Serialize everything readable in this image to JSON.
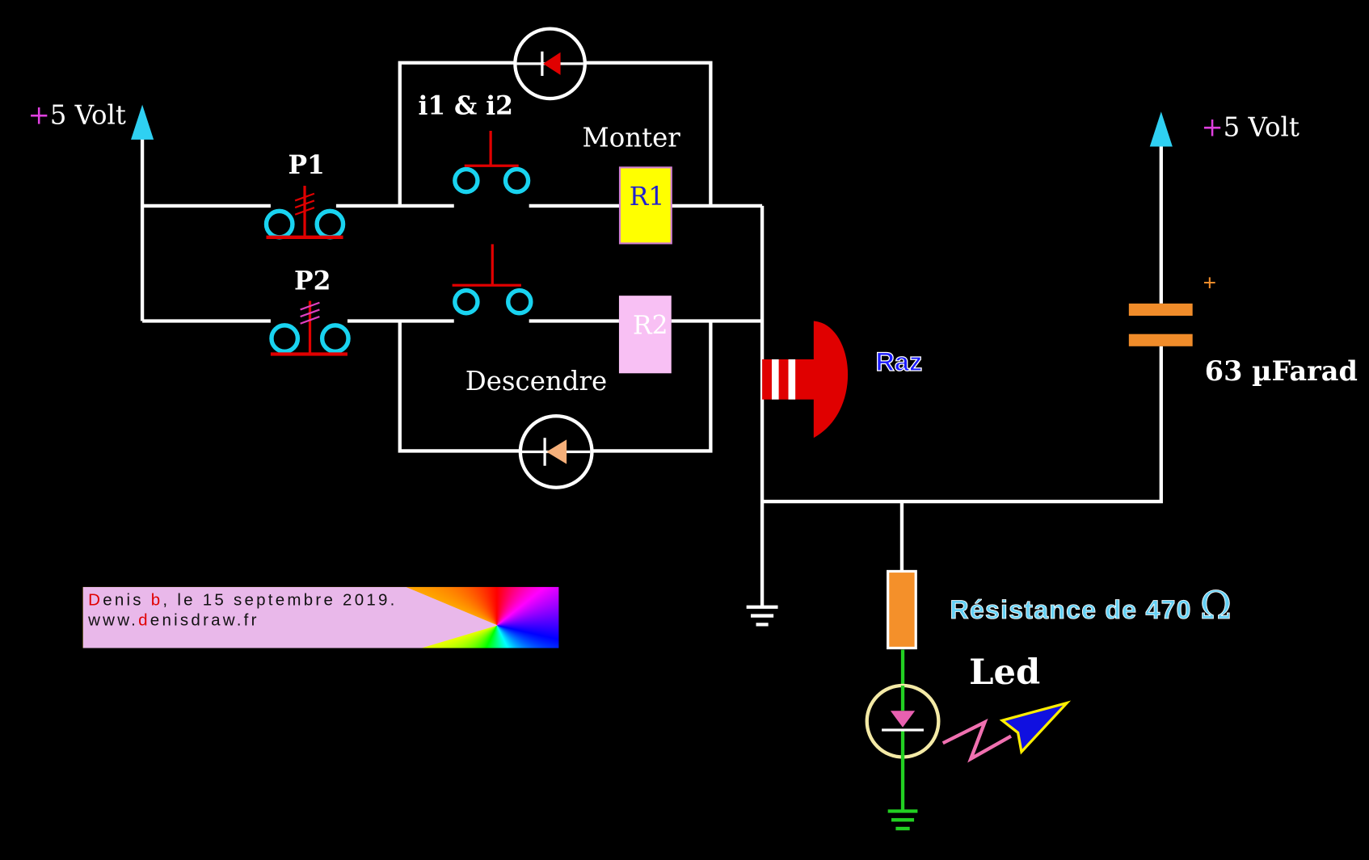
{
  "diagram": {
    "supply_left": {
      "plus": "+",
      "label": "5 Volt"
    },
    "supply_right": {
      "plus": "+",
      "label": "5 Volt"
    },
    "switch_label": "i1 & i2",
    "up_label": "Monter",
    "down_label": "Descendre",
    "pushbutton_1": "P1",
    "pushbutton_2": "P2",
    "relay_1": "R1",
    "relay_2": "R2",
    "reset_label": "Raz",
    "capacitor": {
      "polarity": "+",
      "label": "63 µFarad"
    },
    "resistor": {
      "label": "Résistance de 470 ",
      "unit": "Ω"
    },
    "led_label": "Led"
  },
  "signature": {
    "line1": [
      {
        "text": "D",
        "accent": true
      },
      {
        "text": "enis ",
        "accent": false
      },
      {
        "text": "b",
        "accent": true
      },
      {
        "text": ", le 15 septembre 2019.",
        "accent": false
      }
    ],
    "line2": [
      {
        "text": "www.",
        "accent": false
      },
      {
        "text": "d",
        "accent": true
      },
      {
        "text": "enisdraw.fr",
        "accent": false
      }
    ]
  },
  "colors": {
    "background": "#000000",
    "wire": "#ffffff",
    "supply_arrow": "#2fd0f2",
    "plus_sign": "#e040e0",
    "switch_contacts": "#19d3f0",
    "actuator": "#e00000",
    "relay_1": "#ffff00",
    "relay_2": "#f8c0f4",
    "capacitor": "#f08c2a",
    "resistor": "#f4902a",
    "led_wire": "#22d022",
    "reset_text": "#1a1aff",
    "resistor_text": "#64d0f4"
  }
}
